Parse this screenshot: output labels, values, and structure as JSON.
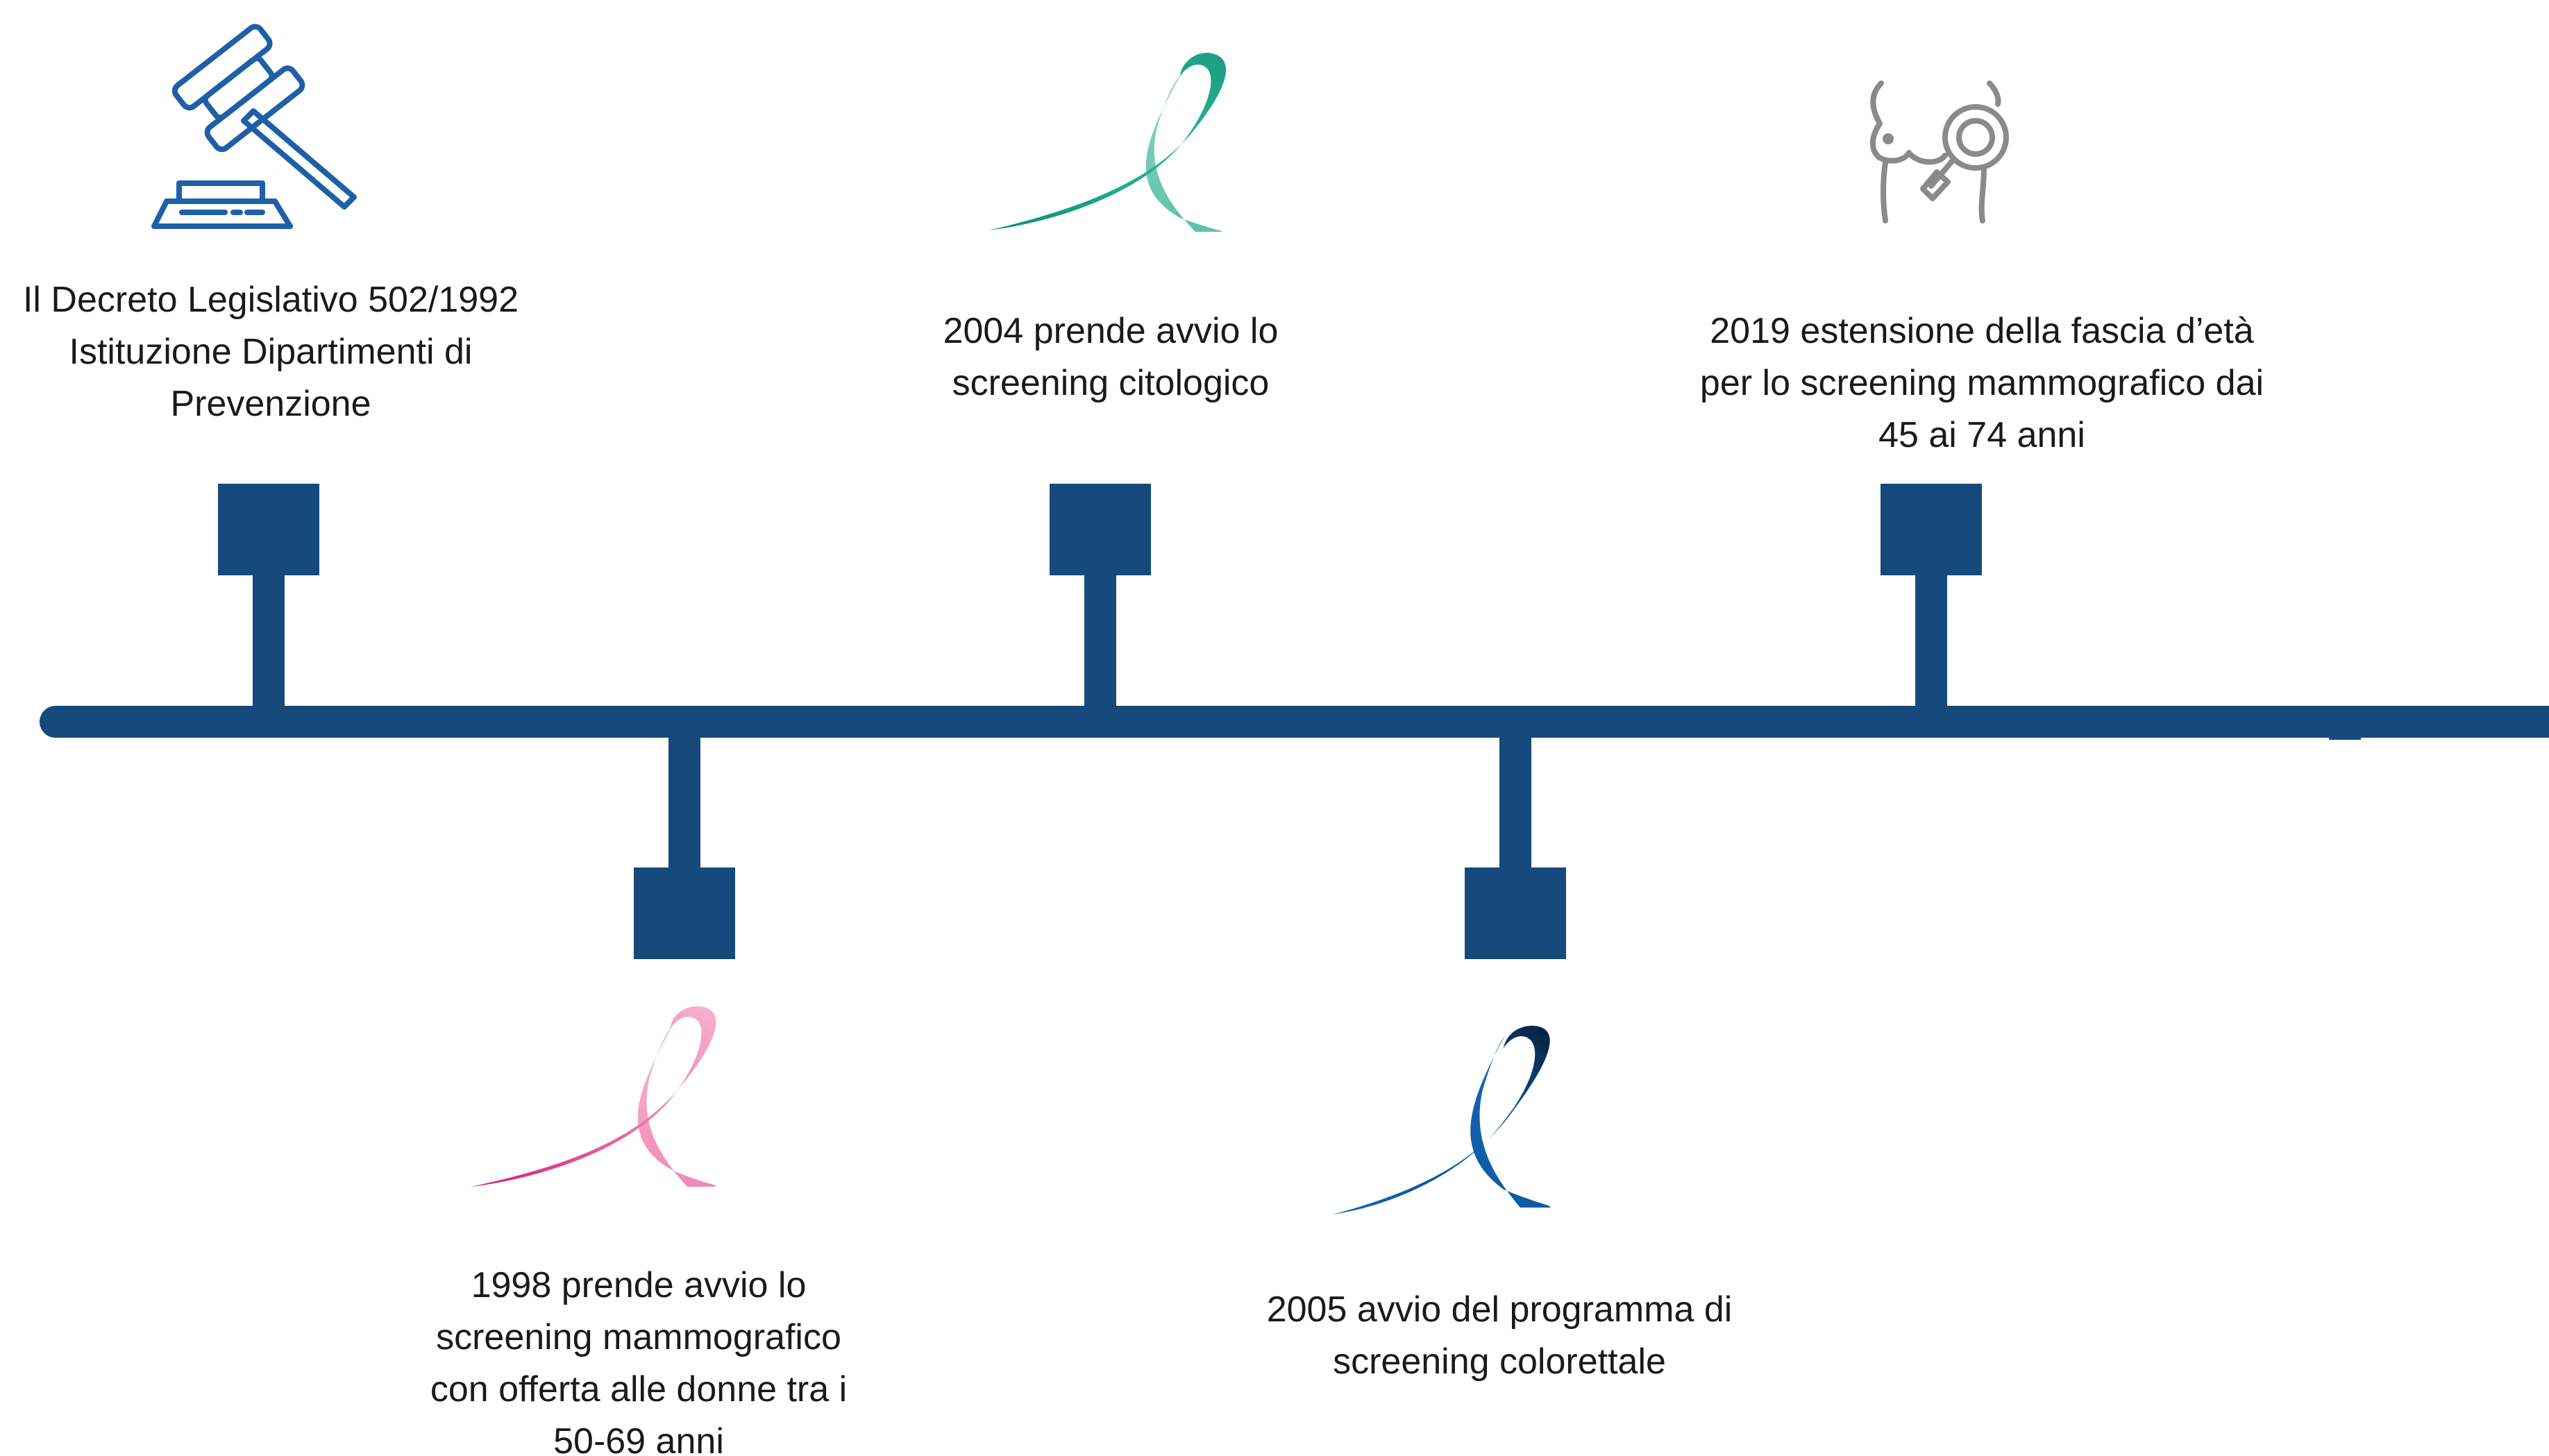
{
  "timeline": {
    "line_color": "#174a7c",
    "milestones": [
      {
        "id": "1992",
        "position": "above",
        "icon": "gavel-icon",
        "icon_color": "#1f5fa8",
        "caption": "Il Decreto Legislativo 502/1992\nIstituzione Dipartimenti di\nPrevenzione"
      },
      {
        "id": "1998",
        "position": "below",
        "icon": "pink-ribbon-icon",
        "icon_color": "#e8599e",
        "caption": "1998 prende avvio lo\nscreening mammografico\ncon offerta alle donne tra i\n50-69 anni"
      },
      {
        "id": "2004",
        "position": "above",
        "icon": "teal-ribbon-icon",
        "icon_color": "#1fa98c",
        "caption": "2004 prende avvio lo\nscreening citologico"
      },
      {
        "id": "2005",
        "position": "below",
        "icon": "blue-ribbon-icon",
        "icon_color": "#0f5ea8",
        "caption": "2005 avvio del programma di\nscreening colorettale"
      },
      {
        "id": "2019",
        "position": "above",
        "icon": "breast-exam-icon",
        "icon_color": "#8a8a8a",
        "caption": "2019 estensione della fascia d’età\nper lo screening mammografico dai\n45 ai 74 anni"
      }
    ]
  }
}
